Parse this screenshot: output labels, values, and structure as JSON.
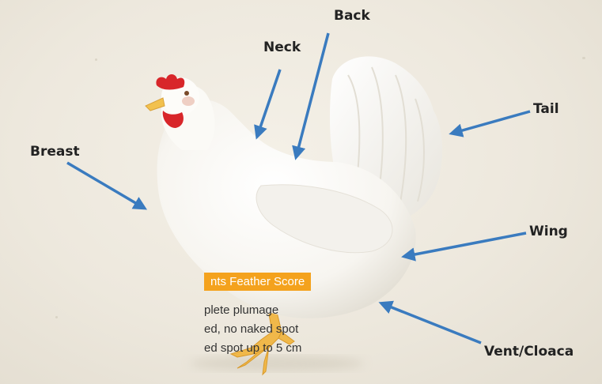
{
  "labels": {
    "back": "Back",
    "neck": "Neck",
    "tail": "Tail",
    "breast": "Breast",
    "wing": "Wing",
    "vent": "Vent/Cloaca"
  },
  "score_box": {
    "header": "nts Feather Score",
    "lines": [
      "plete plumage",
      "ed, no naked spot",
      "ed spot up to 5 cm"
    ]
  },
  "colors": {
    "arrow": "#3a7bbf",
    "header_bg": "#f4a21d",
    "comb": "#d8262a"
  },
  "icons": {
    "hen": "white-hen-illustration"
  }
}
